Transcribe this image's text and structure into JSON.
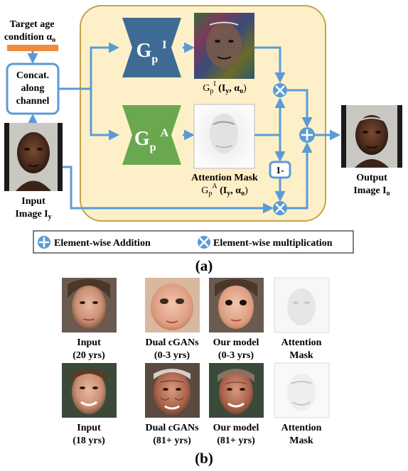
{
  "panel_a": {
    "target_age_line1": "Target age",
    "target_age_line2": "condition α",
    "target_age_sub": "o",
    "concat_line1": "Concat.",
    "concat_line2": "along",
    "concat_line3": "channel",
    "input_line1": "Input",
    "input_line2": "Image I",
    "input_sub": "y",
    "gen_image_label": "G",
    "gen_image_sub": "p",
    "gen_image_sup": "I",
    "gen_attn_label": "G",
    "gen_attn_sub": "p",
    "gen_attn_sup": "A",
    "gpi_caption": "G",
    "gpi_caption_sub": "p",
    "gpi_caption_sup": "I",
    "gpi_caption_args": " (I",
    "gpi_caption_arg_sub": "y",
    "gpi_caption_args2": ", α",
    "gpi_caption_arg_sub2": "o",
    "gpi_caption_close": ")",
    "attn_mask_title": "Attention Mask",
    "gpa_caption": "G",
    "gpa_caption_sub": "p",
    "gpa_caption_sup": "A",
    "gpa_caption_args": " (I",
    "gpa_caption_arg_sub": "y",
    "gpa_caption_args2": ", α",
    "gpa_caption_arg_sub2": "o",
    "gpa_caption_close": ")",
    "one_minus": "1-",
    "output_line1": "Output",
    "output_line2": "Image I",
    "output_sub": "o",
    "legend_add": "Element-wise Addition",
    "legend_mult": "Element-wise multiplication",
    "caption": "(a)"
  },
  "panel_b": {
    "row1": [
      {
        "line1": "Input",
        "line2": "(20 yrs)"
      },
      {
        "line1": "Dual cGANs",
        "line2": "(0-3 yrs)"
      },
      {
        "line1": "Our model",
        "line2": "(0-3 yrs)"
      },
      {
        "line1": "Attention",
        "line2": "Mask"
      }
    ],
    "row2": [
      {
        "line1": "Input",
        "line2": "(18 yrs)"
      },
      {
        "line1": "Dual cGANs",
        "line2": "(81+ yrs)"
      },
      {
        "line1": "Our model",
        "line2": "(81+ yrs)"
      },
      {
        "line1": "Attention",
        "line2": "Mask"
      }
    ],
    "caption": "(b)"
  },
  "colors": {
    "panel_fill": "#fdf0c8",
    "panel_stroke": "#c8a24a",
    "arrow": "#5b9bd5",
    "gen_image": "#3e6b94",
    "gen_attn": "#6aa84f",
    "target_bar": "#f08a3c"
  }
}
